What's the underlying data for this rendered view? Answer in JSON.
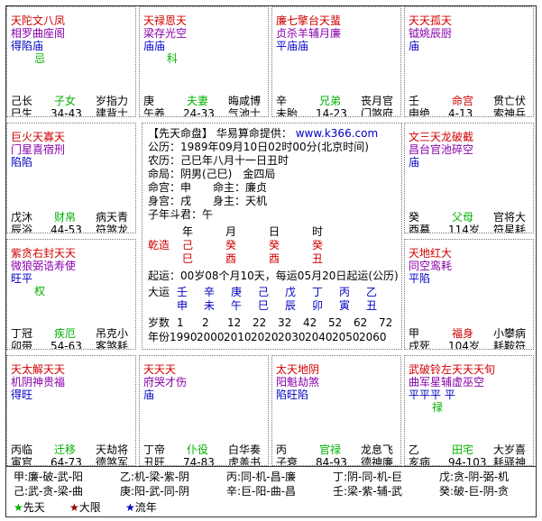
{
  "palaces": [
    {
      "id": "si",
      "l1": "天陀文八凤",
      "l2": "相罗曲座阁",
      "l3": "得陷庙",
      "l4": "忌",
      "stem": "己长",
      "branch": "巳生",
      "name": "子女",
      "age": "34-43",
      "g1": "岁指力",
      "g2": "建背士"
    },
    {
      "id": "wu",
      "l1": "天禄恩天",
      "l2": "梁存光空",
      "l3": "庙庙",
      "l4": "科",
      "stem": "庚",
      "branch": "午养",
      "name": "夫妻",
      "age": "24-33",
      "g1": "晦咸博",
      "g2": "气池士"
    },
    {
      "id": "wei",
      "l1": "廉七擎台天蜚",
      "l2": "贞杀羊辅月廉",
      "l3": "平庙庙",
      "l4": "",
      "stem": "辛",
      "branch": "未胎",
      "name": "兄弟",
      "age": "14-23",
      "g1": "丧月官",
      "g2": "门煞府"
    },
    {
      "id": "shen",
      "l1": "天天孤天",
      "l2": "钺姚辰厨",
      "l3": "庙",
      "l4": "",
      "stem": "壬",
      "branch": "申绝",
      "name": "命宫",
      "age": "4-13",
      "g1": "贯亡伏",
      "g2": "索神兵"
    },
    {
      "id": "chen",
      "l1": "巨火天寡天",
      "l2": "门星喜宿刑",
      "l3": "陷陷",
      "l4": "",
      "stem": "戊沐",
      "branch": "辰浴",
      "name": "财帛",
      "age": "44-53",
      "g1": "病天青",
      "g2": "符煞龙"
    },
    {
      "id": "you",
      "l1": "文三天龙破截",
      "l2": "昌台官池碎空",
      "l3": "庙",
      "l4": "",
      "stem": "癸",
      "branch": "酉墓",
      "name": "父母",
      "age": "114岁",
      "g1": "官将大",
      "g2": "符星耗"
    },
    {
      "id": "mao",
      "l1": "紫贪右封天天",
      "l2": "微狼弼诰寿使",
      "l3": "旺平",
      "l4": "权",
      "stem": "丁冠",
      "branch": "卯带",
      "name": "疾厄",
      "age": "54-63",
      "g1": "吊克小",
      "g2": "客煞耗"
    },
    {
      "id": "xu",
      "l1": "天地红大",
      "l2": "同空鸾耗",
      "l3": "平陷",
      "l4": "",
      "stem": "甲",
      "branch": "戌死",
      "name": "福身",
      "age": "104岁",
      "g1": "小攀病",
      "g2": "耗鞍符"
    },
    {
      "id": "yin",
      "l1": "天太解天天",
      "l2": "机阴神贵福",
      "l3": "得旺",
      "l4": "",
      "stem": "丙临",
      "branch": "寅官",
      "name": "迁移",
      "age": "64-73",
      "g1": "天劫将",
      "g2": "德煞军"
    },
    {
      "id": "chou",
      "l1": "天天天",
      "l2": "府哭才伤",
      "l3": "庙",
      "l4": "",
      "stem": "丁帝",
      "branch": "丑旺",
      "name": "仆役",
      "age": "74-83",
      "g1": "白华奏",
      "g2": "虎盖书"
    },
    {
      "id": "zi",
      "l1": "太天地阴",
      "l2": "阳魁劫煞",
      "l3": "陷旺陷",
      "l4": "",
      "stem": "丙",
      "branch": "子衰",
      "name": "官禄",
      "age": "84-93",
      "g1": "龙息飞",
      "g2": "德神廉"
    },
    {
      "id": "hai",
      "l1": "武破铃左天天天旬",
      "l2": "曲军星辅虚巫空",
      "l3": "平平平 平",
      "l4": "禄",
      "stem": "乙",
      "branch": "亥病",
      "name": "田宅",
      "age": "94-103",
      "g1": "大岁喜",
      "g2": "耗驿神"
    }
  ],
  "center": {
    "title": "【先天命盘】",
    "provider": "华易算命提供：",
    "site": "www.k366.com",
    "gongli": "公历：1989年09月10日02时00分(北京时间)",
    "nongli": "农历：己巳年八月十一日丑时",
    "mingju": "命局：阴男(己巳)　金四局",
    "minggong": "命宫：申　　命主：廉贞",
    "shengong": "身宫：戌　　身主：天机",
    "douj": "子年斗君：午",
    "hdr_year": "年",
    "hdr_month": "月",
    "hdr_day": "日",
    "hdr_hour": "时",
    "qianzao": "乾造",
    "stems": [
      "己",
      "癸",
      "癸",
      "癸"
    ],
    "branches": [
      "巳",
      "酉",
      "酉",
      "丑"
    ],
    "qiyun": "起运：00岁08个月10天，每运05月20日起运(公历)",
    "dayun_label": "大运",
    "dayun_stems": [
      "壬",
      "辛",
      "庚",
      "己",
      "戊",
      "丁",
      "丙",
      "乙"
    ],
    "dayun_branches": [
      "申",
      "未",
      "午",
      "巳",
      "辰",
      "卯",
      "寅",
      "丑"
    ],
    "age_label": "岁数",
    "ages": [
      "1",
      "2",
      "12",
      "22",
      "32",
      "42",
      "52",
      "62",
      "72"
    ],
    "year_label": "年份",
    "years": [
      "1990",
      "2000",
      "2010",
      "2020",
      "2030",
      "2040",
      "2050",
      "2060"
    ]
  },
  "summary": {
    "rows": [
      [
        "甲:廉-破-武-阳",
        "乙:机-梁-紫-阴",
        "丙:同-机-昌-廉",
        "丁:阴-同-机-巨",
        "戊:贪-阴-弼-机"
      ],
      [
        "己:武-贪-梁-曲",
        "庚:阳-武-同-阴",
        "辛:巨-阳-曲-昌",
        "壬:梁-紫-辅-武",
        "癸:破-巨-阴-贪"
      ]
    ],
    "legend": [
      "先天",
      "大限",
      "流年"
    ]
  },
  "colors": {
    "red": "#d00000",
    "purple": "#8800aa",
    "blue": "#0000c0",
    "green": "#00b000"
  }
}
